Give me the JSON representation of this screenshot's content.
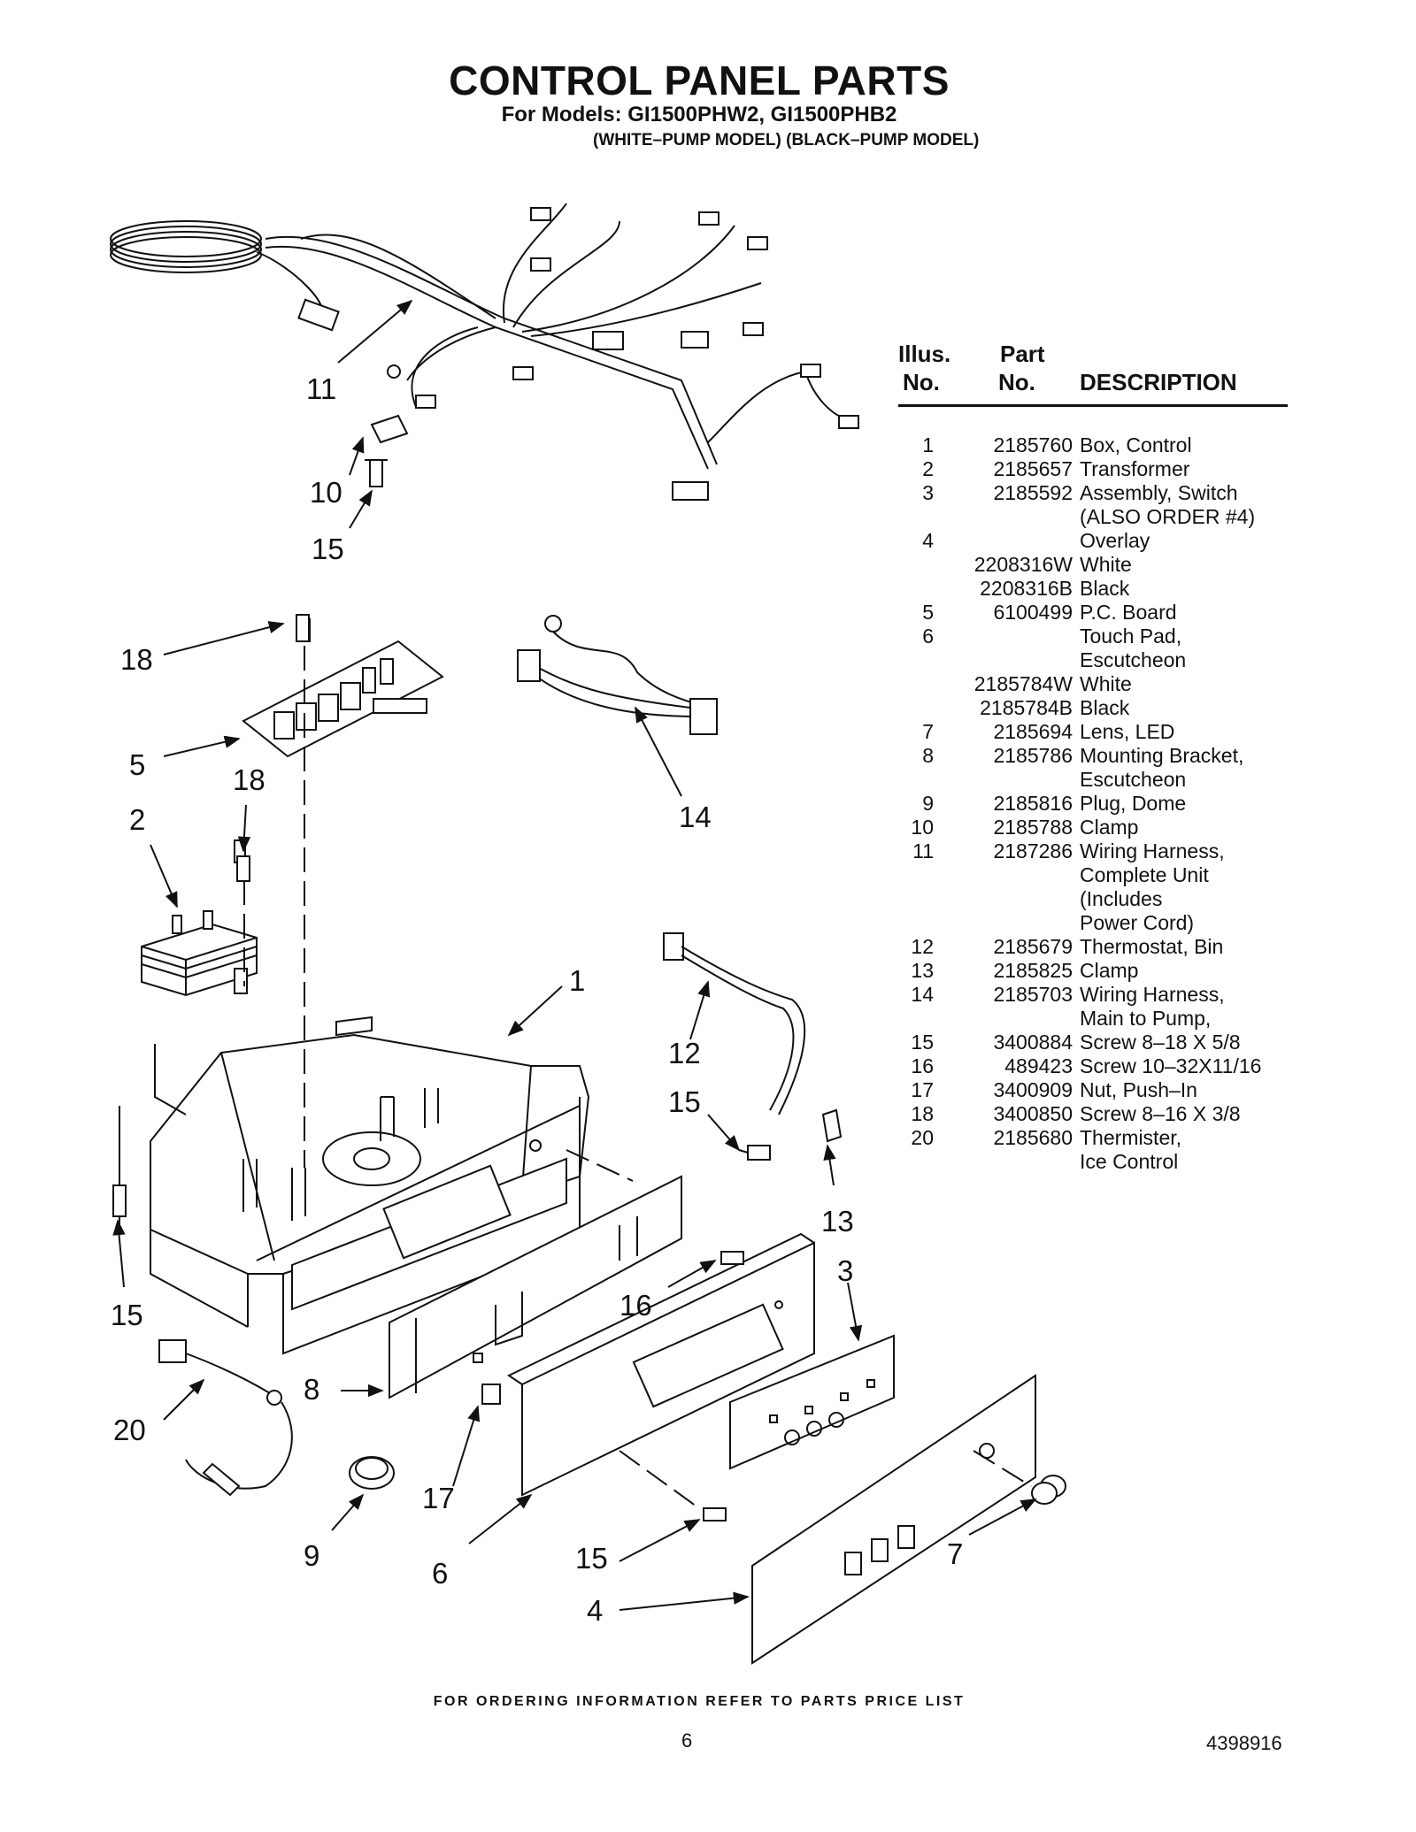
{
  "header": {
    "title": "CONTROL PANEL PARTS",
    "models": "For Models: GI1500PHW2, GI1500PHB2",
    "pump_models": "(WHITE–PUMP MODEL) (BLACK–PUMP MODEL)"
  },
  "table": {
    "header": {
      "illus_1": "Illus.",
      "illus_2": "No.",
      "part_1": "Part",
      "part_2": "No.",
      "description": "DESCRIPTION"
    },
    "rows": [
      {
        "illus": "1",
        "part": "2185760",
        "desc": "Box, Control"
      },
      {
        "illus": "2",
        "part": "2185657",
        "desc": "Transformer"
      },
      {
        "illus": "3",
        "part": "2185592",
        "desc": "Assembly, Switch"
      },
      {
        "illus": "",
        "part": "",
        "desc": "(ALSO ORDER #4)"
      },
      {
        "illus": "4",
        "part": "",
        "desc": "Overlay"
      },
      {
        "illus": "",
        "part": "2208316W",
        "desc": "White"
      },
      {
        "illus": "",
        "part": "2208316B",
        "desc": "Black"
      },
      {
        "illus": "5",
        "part": "6100499",
        "desc": "P.C. Board"
      },
      {
        "illus": "6",
        "part": "",
        "desc": "Touch Pad,"
      },
      {
        "illus": "",
        "part": "",
        "desc": "Escutcheon"
      },
      {
        "illus": "",
        "part": "2185784W",
        "desc": "White"
      },
      {
        "illus": "",
        "part": "2185784B",
        "desc": "Black"
      },
      {
        "illus": "7",
        "part": "2185694",
        "desc": "Lens, LED"
      },
      {
        "illus": "8",
        "part": "2185786",
        "desc": "Mounting Bracket,"
      },
      {
        "illus": "",
        "part": "",
        "desc": "Escutcheon"
      },
      {
        "illus": "9",
        "part": "2185816",
        "desc": "Plug, Dome"
      },
      {
        "illus": "10",
        "part": "2185788",
        "desc": "Clamp"
      },
      {
        "illus": "11",
        "part": "2187286",
        "desc": "Wiring Harness,"
      },
      {
        "illus": "",
        "part": "",
        "desc": "Complete Unit"
      },
      {
        "illus": "",
        "part": "",
        "desc": "(Includes"
      },
      {
        "illus": "",
        "part": "",
        "desc": "Power Cord)"
      },
      {
        "illus": "12",
        "part": "2185679",
        "desc": "Thermostat, Bin"
      },
      {
        "illus": "13",
        "part": "2185825",
        "desc": "Clamp"
      },
      {
        "illus": "14",
        "part": "2185703",
        "desc": "Wiring Harness,"
      },
      {
        "illus": "",
        "part": "",
        "desc": "Main to Pump,"
      },
      {
        "illus": "15",
        "part": "3400884",
        "desc": "Screw 8–18 X 5/8"
      },
      {
        "illus": "16",
        "part": "489423",
        "desc": "Screw 10–32X11/16"
      },
      {
        "illus": "17",
        "part": "3400909",
        "desc": "Nut, Push–In"
      },
      {
        "illus": "18",
        "part": "3400850",
        "desc": "Screw 8–16 X 3/8"
      },
      {
        "illus": "20",
        "part": "2185680",
        "desc": "Thermister,"
      },
      {
        "illus": "",
        "part": "",
        "desc": "Ice Control"
      }
    ]
  },
  "callouts": {
    "c11": "11",
    "c10": "10",
    "c15a": "15",
    "c18a": "18",
    "c5": "5",
    "c18b": "18",
    "c2": "2",
    "c14": "14",
    "c1": "1",
    "c12": "12",
    "c15b": "15",
    "c13": "13",
    "c15c": "15",
    "c3": "3",
    "c16": "16",
    "c8": "8",
    "c20": "20",
    "c17": "17",
    "c9": "9",
    "c6": "6",
    "c15d": "15",
    "c7": "7",
    "c4": "4"
  },
  "footer": {
    "ordering": "FOR ORDERING INFORMATION REFER TO PARTS PRICE LIST",
    "page_number": "6",
    "document_number": "4398916"
  }
}
